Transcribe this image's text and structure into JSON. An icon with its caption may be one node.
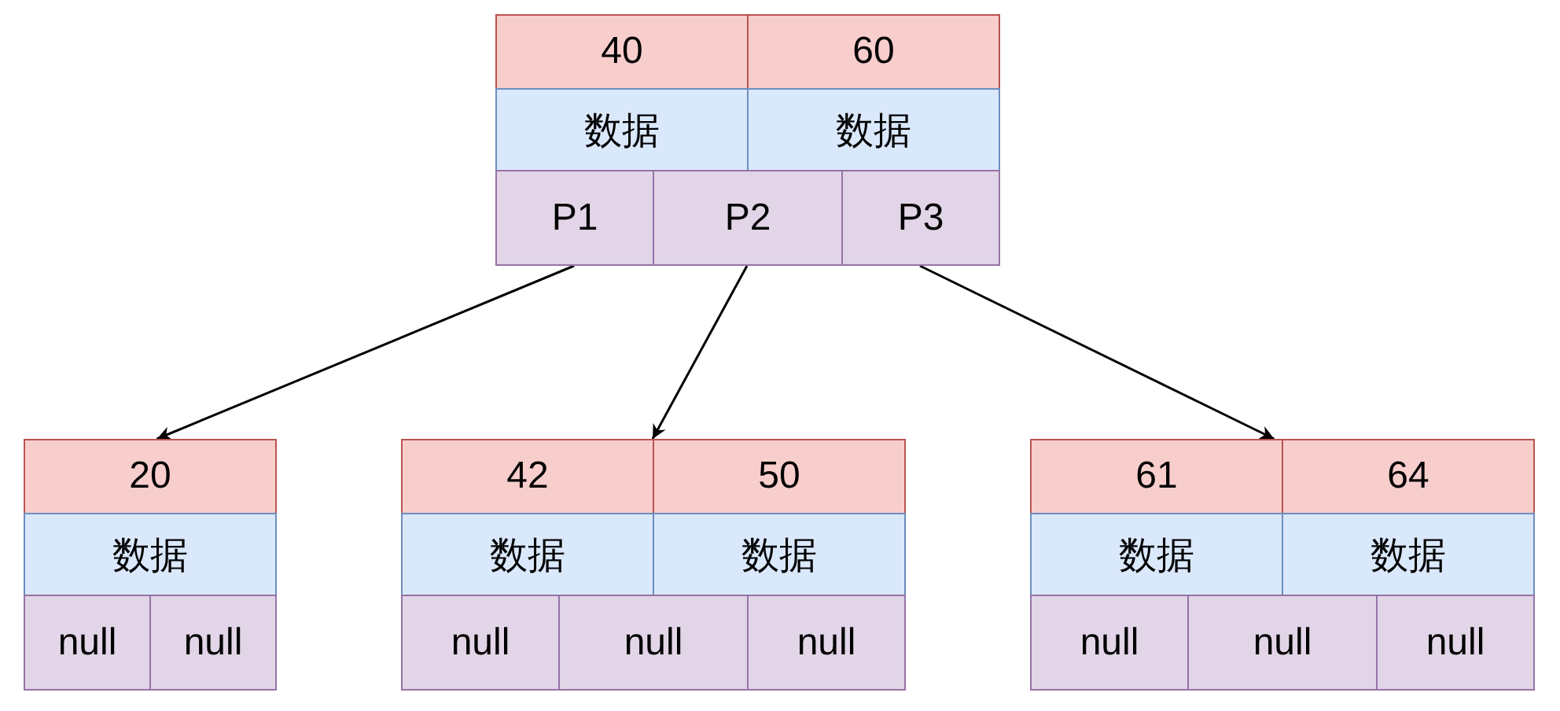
{
  "diagram": {
    "nodes": [
      {
        "text": [
          "40"
        ]
      },
      {
        "text": [
          "60"
        ]
      },
      {
        "text": [
          "数据"
        ]
      },
      {
        "text": [
          "数据"
        ]
      },
      {
        "text": [
          "P1"
        ]
      },
      {
        "text": [
          "P2"
        ]
      },
      {
        "text": [
          "P3"
        ]
      },
      {
        "text": [
          "20"
        ]
      },
      {
        "text": [
          "数据"
        ]
      },
      {
        "text": [
          "null"
        ]
      },
      {
        "text": [
          "null"
        ]
      },
      {
        "text": [
          "42"
        ]
      },
      {
        "text": [
          "50"
        ]
      },
      {
        "text": [
          "数据"
        ]
      },
      {
        "text": [
          "数据"
        ]
      },
      {
        "text": [
          "null"
        ]
      },
      {
        "text": [
          "null"
        ]
      },
      {
        "text": [
          "null"
        ]
      },
      {
        "text": [
          "61"
        ]
      },
      {
        "text": [
          "64"
        ]
      },
      {
        "text": [
          "数据"
        ]
      },
      {
        "text": [
          "数据"
        ]
      },
      {
        "text": [
          "null"
        ]
      },
      {
        "text": [
          "null"
        ]
      },
      {
        "text": [
          "null"
        ]
      }
    ],
    "edges": [
      {
        "from": 4,
        "to": 7,
        "arrow": "to"
      },
      {
        "from": 5,
        "to": 11,
        "arrow": "to"
      },
      {
        "from": 6,
        "to": 18,
        "arrow": "to"
      }
    ]
  }
}
